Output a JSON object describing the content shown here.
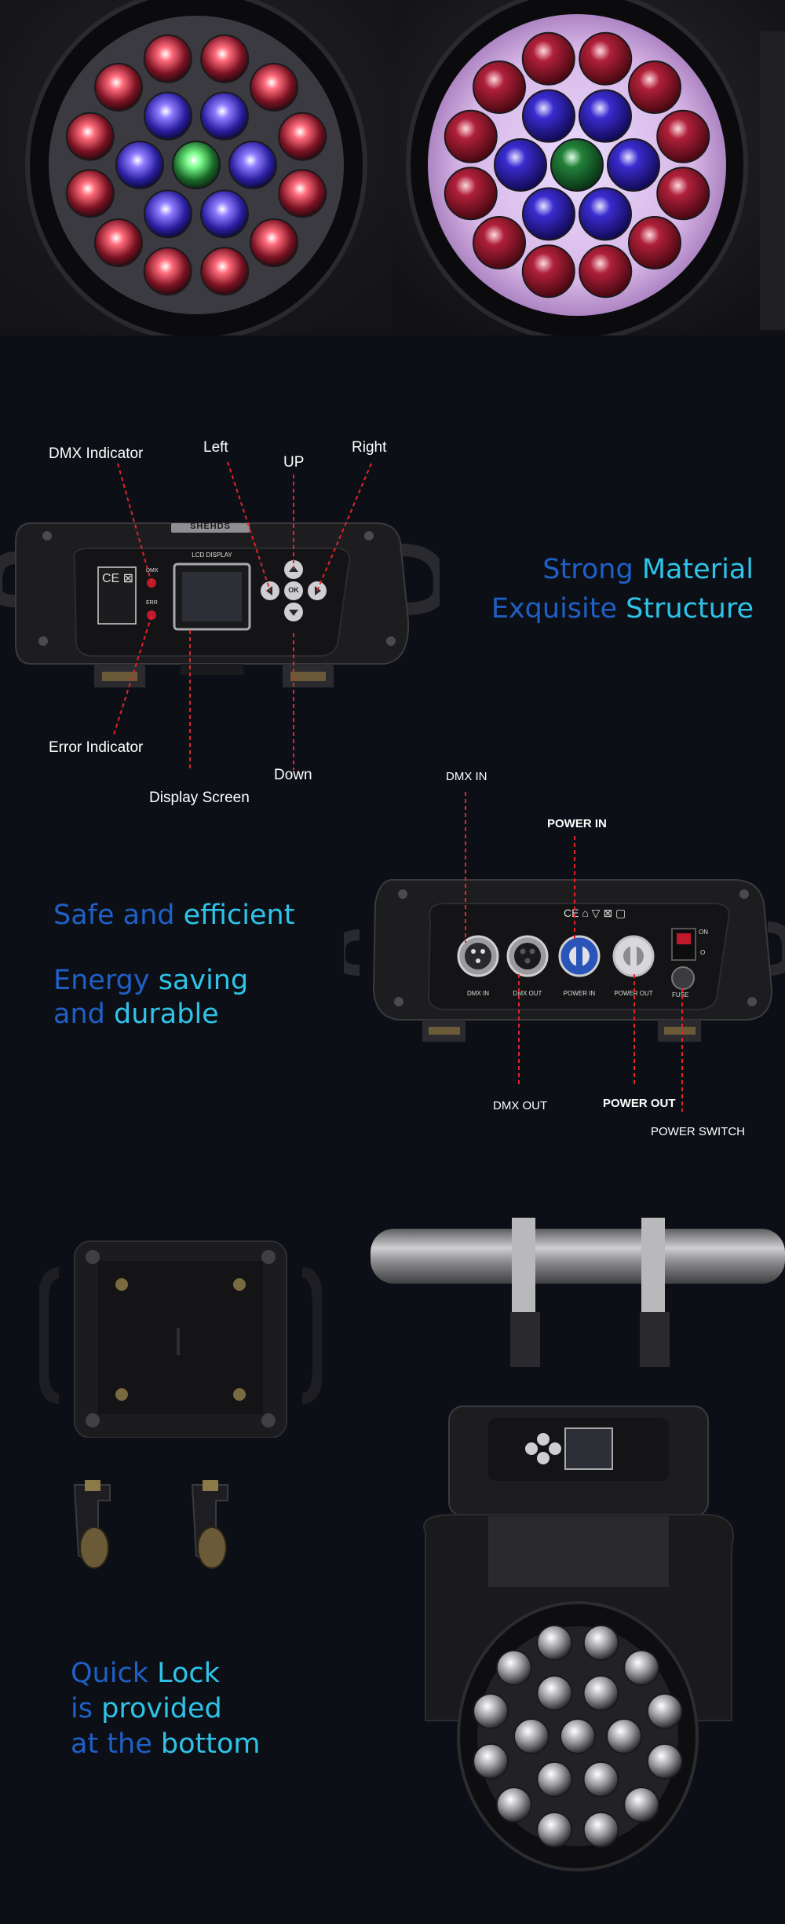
{
  "headline": {
    "line1_a": "Strong",
    "line1_b": "Material",
    "line2_a": "Exquisite",
    "line2_b": "Structure"
  },
  "front_panel": {
    "logo": "SHEHDS",
    "lcd_caption": "LCD DISPLAY",
    "ok_label": "OK",
    "dmx_tag": "DMX",
    "err_tag": "ERR",
    "labels": {
      "dmx_indicator": "DMX Indicator",
      "left": "Left",
      "up": "UP",
      "right": "Right",
      "error_indicator": "Error Indicator",
      "display_screen": "Display Screen",
      "down": "Down"
    }
  },
  "rear_panel": {
    "labels": {
      "dmx_in": "DMX IN",
      "power_in": "POWER IN",
      "dmx_out": "DMX OUT",
      "power_out": "POWER OUT",
      "power_switch": "POWER SWITCH"
    },
    "ports": {
      "dmx_in": "DMX IN",
      "dmx_out": "DMX OUT",
      "power_in": "POWER IN",
      "power_out": "POWER OUT",
      "fuse": "FUSE"
    },
    "switch_on": "ON",
    "switch_off": "O"
  },
  "slogans": {
    "safe_a": "Safe and",
    "safe_b": "efficient",
    "energy_a": "Energy",
    "energy_b": "saving",
    "and_a": "and",
    "and_b": "durable"
  },
  "quick_lock": {
    "line1_a": "Quick",
    "line1_b": "Lock",
    "line2_a": "is",
    "line2_b": "provided",
    "line3_a": "at the",
    "line3_b": "bottom"
  },
  "colors": {
    "background": "#0c1016",
    "accent_dark": "#1f5fc6",
    "accent_light": "#2fc3e8",
    "leader_red": "#e0242a"
  }
}
